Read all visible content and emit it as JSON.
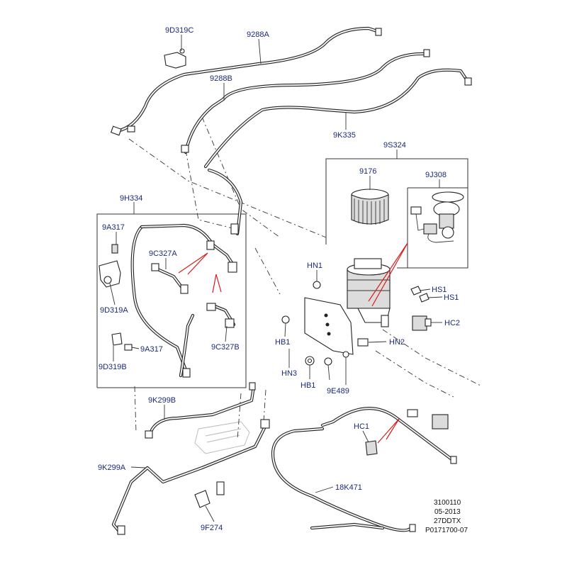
{
  "parts": [
    {
      "id": "lbl-9d319c-top",
      "text": "9D319C"
    },
    {
      "id": "lbl-9288a",
      "text": "9288A"
    },
    {
      "id": "lbl-9288b",
      "text": "9288B"
    },
    {
      "id": "lbl-9k335",
      "text": "9K335"
    },
    {
      "id": "lbl-9s324",
      "text": "9S324"
    },
    {
      "id": "lbl-9176",
      "text": "9176"
    },
    {
      "id": "lbl-9j308",
      "text": "9J308"
    },
    {
      "id": "lbl-9h334",
      "text": "9H334"
    },
    {
      "id": "lbl-9a317-upper",
      "text": "9A317"
    },
    {
      "id": "lbl-9c327a",
      "text": "9C327A"
    },
    {
      "id": "lbl-9d319a",
      "text": "9D319A"
    },
    {
      "id": "lbl-9c327b",
      "text": "9C327B"
    },
    {
      "id": "lbl-9a317-lower",
      "text": "9A317"
    },
    {
      "id": "lbl-9d319b",
      "text": "9D319B"
    },
    {
      "id": "lbl-hn1",
      "text": "HN1"
    },
    {
      "id": "lbl-hs1-a",
      "text": "HS1"
    },
    {
      "id": "lbl-hs1-b",
      "text": "HS1"
    },
    {
      "id": "lbl-hc2",
      "text": "HC2"
    },
    {
      "id": "lbl-hb1-left",
      "text": "HB1"
    },
    {
      "id": "lbl-hn2",
      "text": "HN2"
    },
    {
      "id": "lbl-hn3",
      "text": "HN3"
    },
    {
      "id": "lbl-hb1-bottom",
      "text": "HB1"
    },
    {
      "id": "lbl-9e489",
      "text": "9E489"
    },
    {
      "id": "lbl-9k299b",
      "text": "9K299B"
    },
    {
      "id": "lbl-hc1",
      "text": "HC1"
    },
    {
      "id": "lbl-9k299a",
      "text": "9K299A"
    },
    {
      "id": "lbl-18k471",
      "text": "18K471"
    },
    {
      "id": "lbl-9f274",
      "text": "9F274"
    }
  ],
  "reference_block": {
    "line1": "3100110",
    "line2": "05-2013",
    "line3": "27DDTX",
    "line4": "P0171700-07"
  }
}
